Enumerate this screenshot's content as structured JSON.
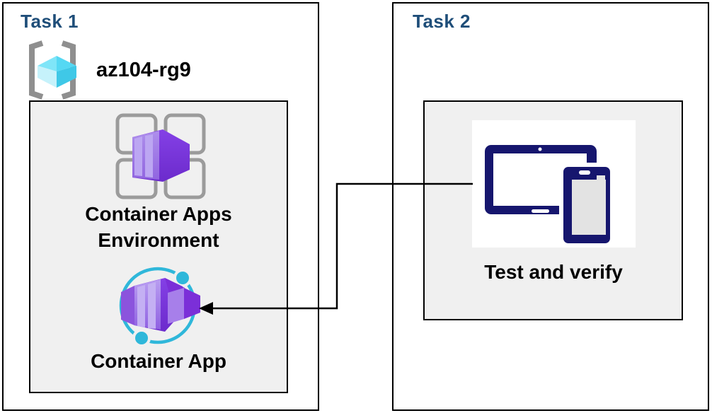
{
  "diagram": {
    "task1": {
      "title": "Task 1",
      "resource_group": {
        "name": "az104-rg9",
        "icon": "resource-group-icon"
      },
      "nodes": [
        {
          "label": "Container Apps Environment",
          "icon": "container-apps-environment-icon"
        },
        {
          "label": "Container App",
          "icon": "container-app-icon"
        }
      ]
    },
    "task2": {
      "title": "Task 2",
      "nodes": [
        {
          "label": "Test and verify",
          "icon": "tablet-phone-icon"
        }
      ]
    },
    "connector": {
      "from": "tablet-phone-icon",
      "to": "container-app-icon",
      "shape": "elbow",
      "arrowhead": "points-left-at-container-app"
    }
  },
  "colors": {
    "title_blue": "#1F4E79",
    "label_black": "#000000",
    "panel_gray": "#F0F0F0",
    "device_navy": "#16166E",
    "icon_gray": "#9B9B9B",
    "cyan": "#2FB7DA",
    "purple": "#7B2FD8",
    "cube_cyan": "#55D8F3"
  }
}
